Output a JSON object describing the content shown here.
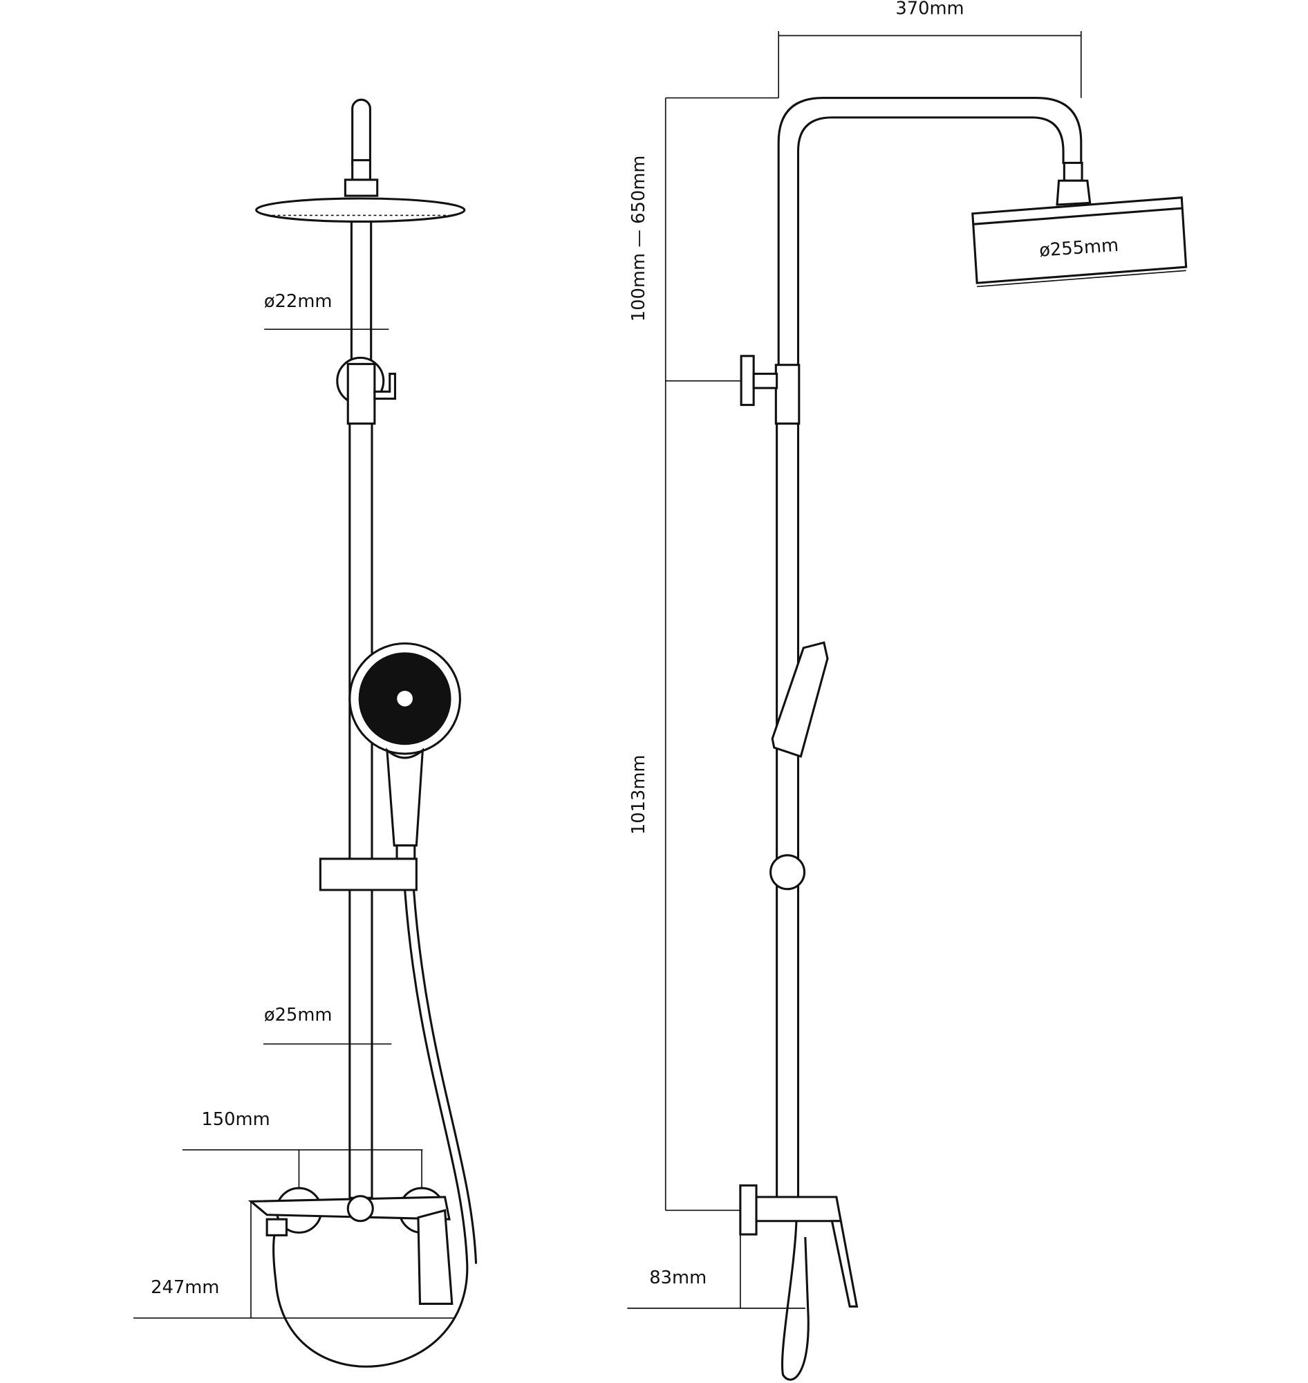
{
  "title": "Shower system dimension drawing",
  "front_view": {
    "pipe_upper_diameter": "ø22mm",
    "pipe_lower_diameter": "ø25mm",
    "inlet_spacing": "150mm",
    "spout_reach": "247mm"
  },
  "side_view": {
    "arm_reach": "370mm",
    "head_diameter": "ø255mm",
    "adjustable_height": "100mm — 650mm",
    "mixer_to_bracket": "1013mm",
    "wall_distance": "83mm"
  }
}
